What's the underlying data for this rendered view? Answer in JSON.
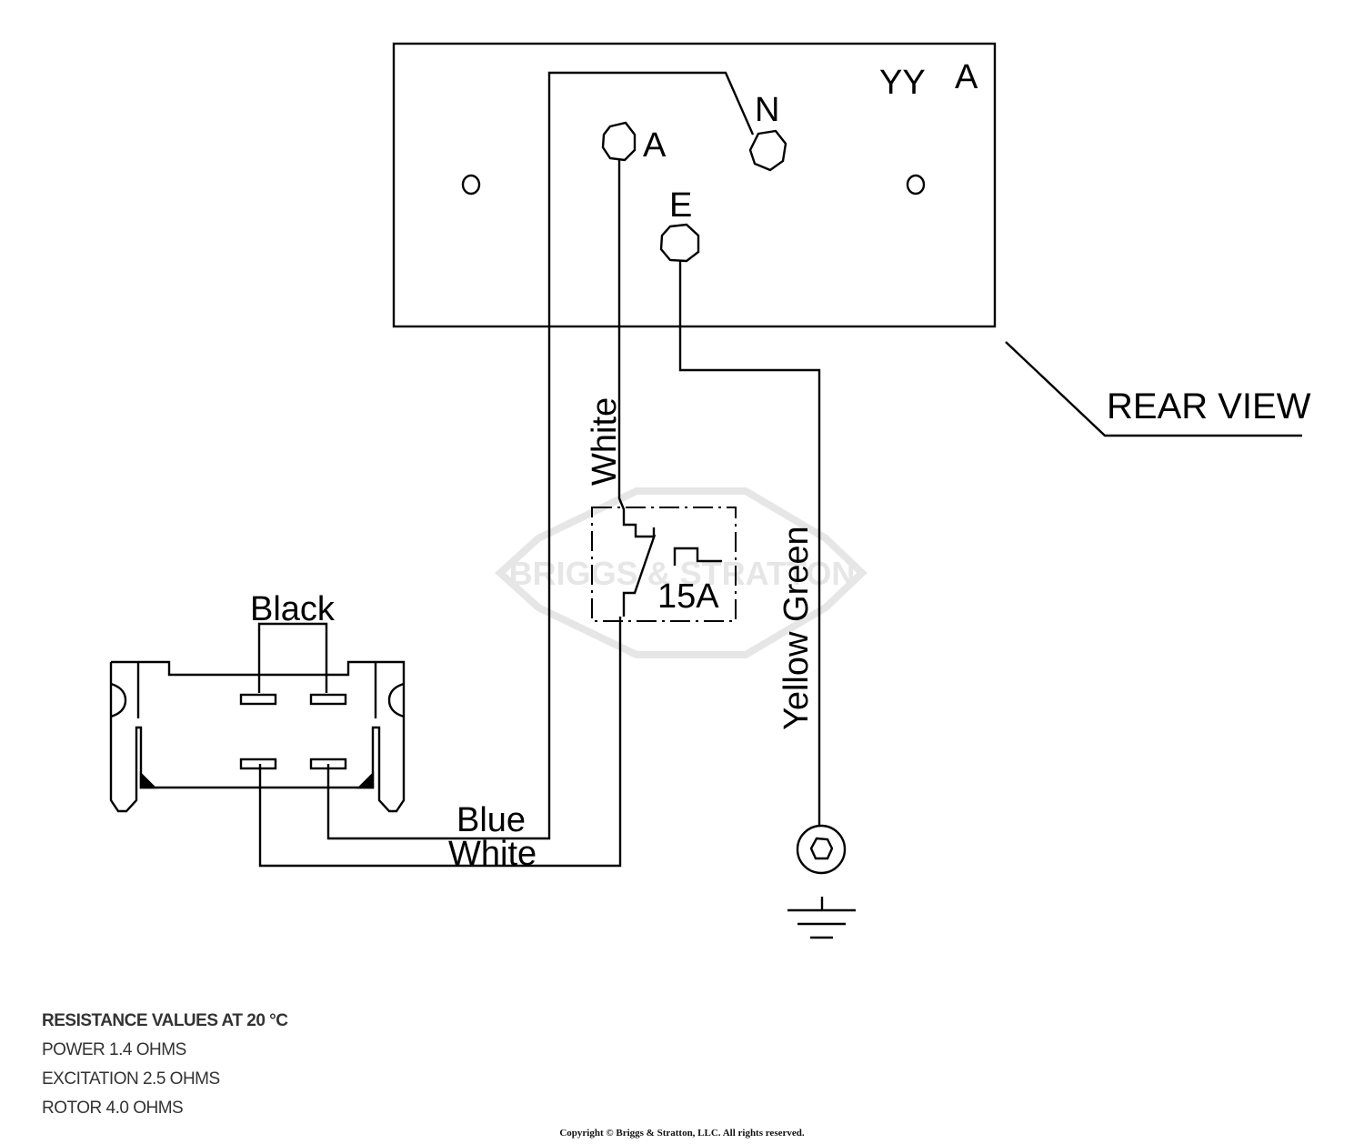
{
  "panel": {
    "model_code": "YY",
    "version_letter": "A",
    "terminal_a": "A",
    "terminal_n": "N",
    "terminal_e": "E"
  },
  "callout": {
    "view_label": "REAR VIEW"
  },
  "wires": {
    "white_top": "White",
    "black": "Black",
    "blue": "Blue",
    "white_bottom": "White",
    "ground": "Yellow Green"
  },
  "breaker": {
    "rating": "15A"
  },
  "watermark": {
    "text": "BRIGGS & STRATTON"
  },
  "resistance": {
    "title": "RESISTANCE VALUES AT 20 °C",
    "power": "POWER 1.4 OHMS",
    "excitation": "EXCITATION 2.5 OHMS",
    "rotor": "ROTOR 4.0 OHMS"
  },
  "footer": {
    "copyright": "Copyright © Briggs & Stratton, LLC. All rights reserved."
  },
  "colors": {
    "line": "#000000",
    "watermark": "#e6e6e6"
  }
}
